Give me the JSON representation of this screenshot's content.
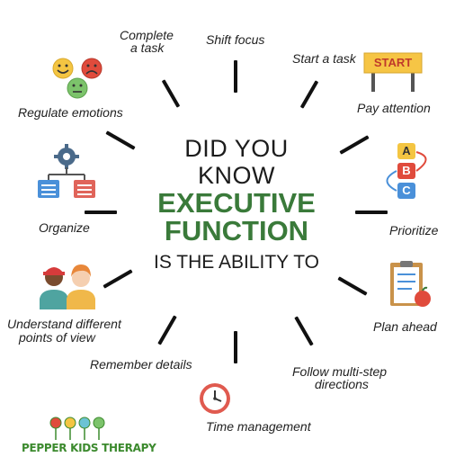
{
  "headline": {
    "line1": "DID YOU",
    "line2": "KNOW",
    "line3": "EXECUTIVE",
    "line4": "FUNCTION",
    "line5": "IS THE ABILITY TO"
  },
  "skills": {
    "complete_task_1": "Complete",
    "complete_task_2": "a task",
    "shift_focus": "Shift focus",
    "start_task": "Start a task",
    "start_sign": "START",
    "regulate": "Regulate emotions",
    "pay_attention": "Pay attention",
    "organize": "Organize",
    "prioritize": "Prioritize",
    "understand_1": "Understand different",
    "understand_2": "points of view",
    "plan_ahead": "Plan ahead",
    "remember": "Remember details",
    "follow_1": "Follow multi-step",
    "follow_2": "directions",
    "time": "Time management"
  },
  "prioritize_letters": [
    "A",
    "B",
    "C"
  ],
  "brand": "PEPPER KIDS THERAPY",
  "colors": {
    "green": "#3a7a3a",
    "text": "#222222",
    "smiley_yellow": "#f4c542",
    "frown_red": "#e04b3c",
    "neutral_green": "#7cc36b"
  }
}
